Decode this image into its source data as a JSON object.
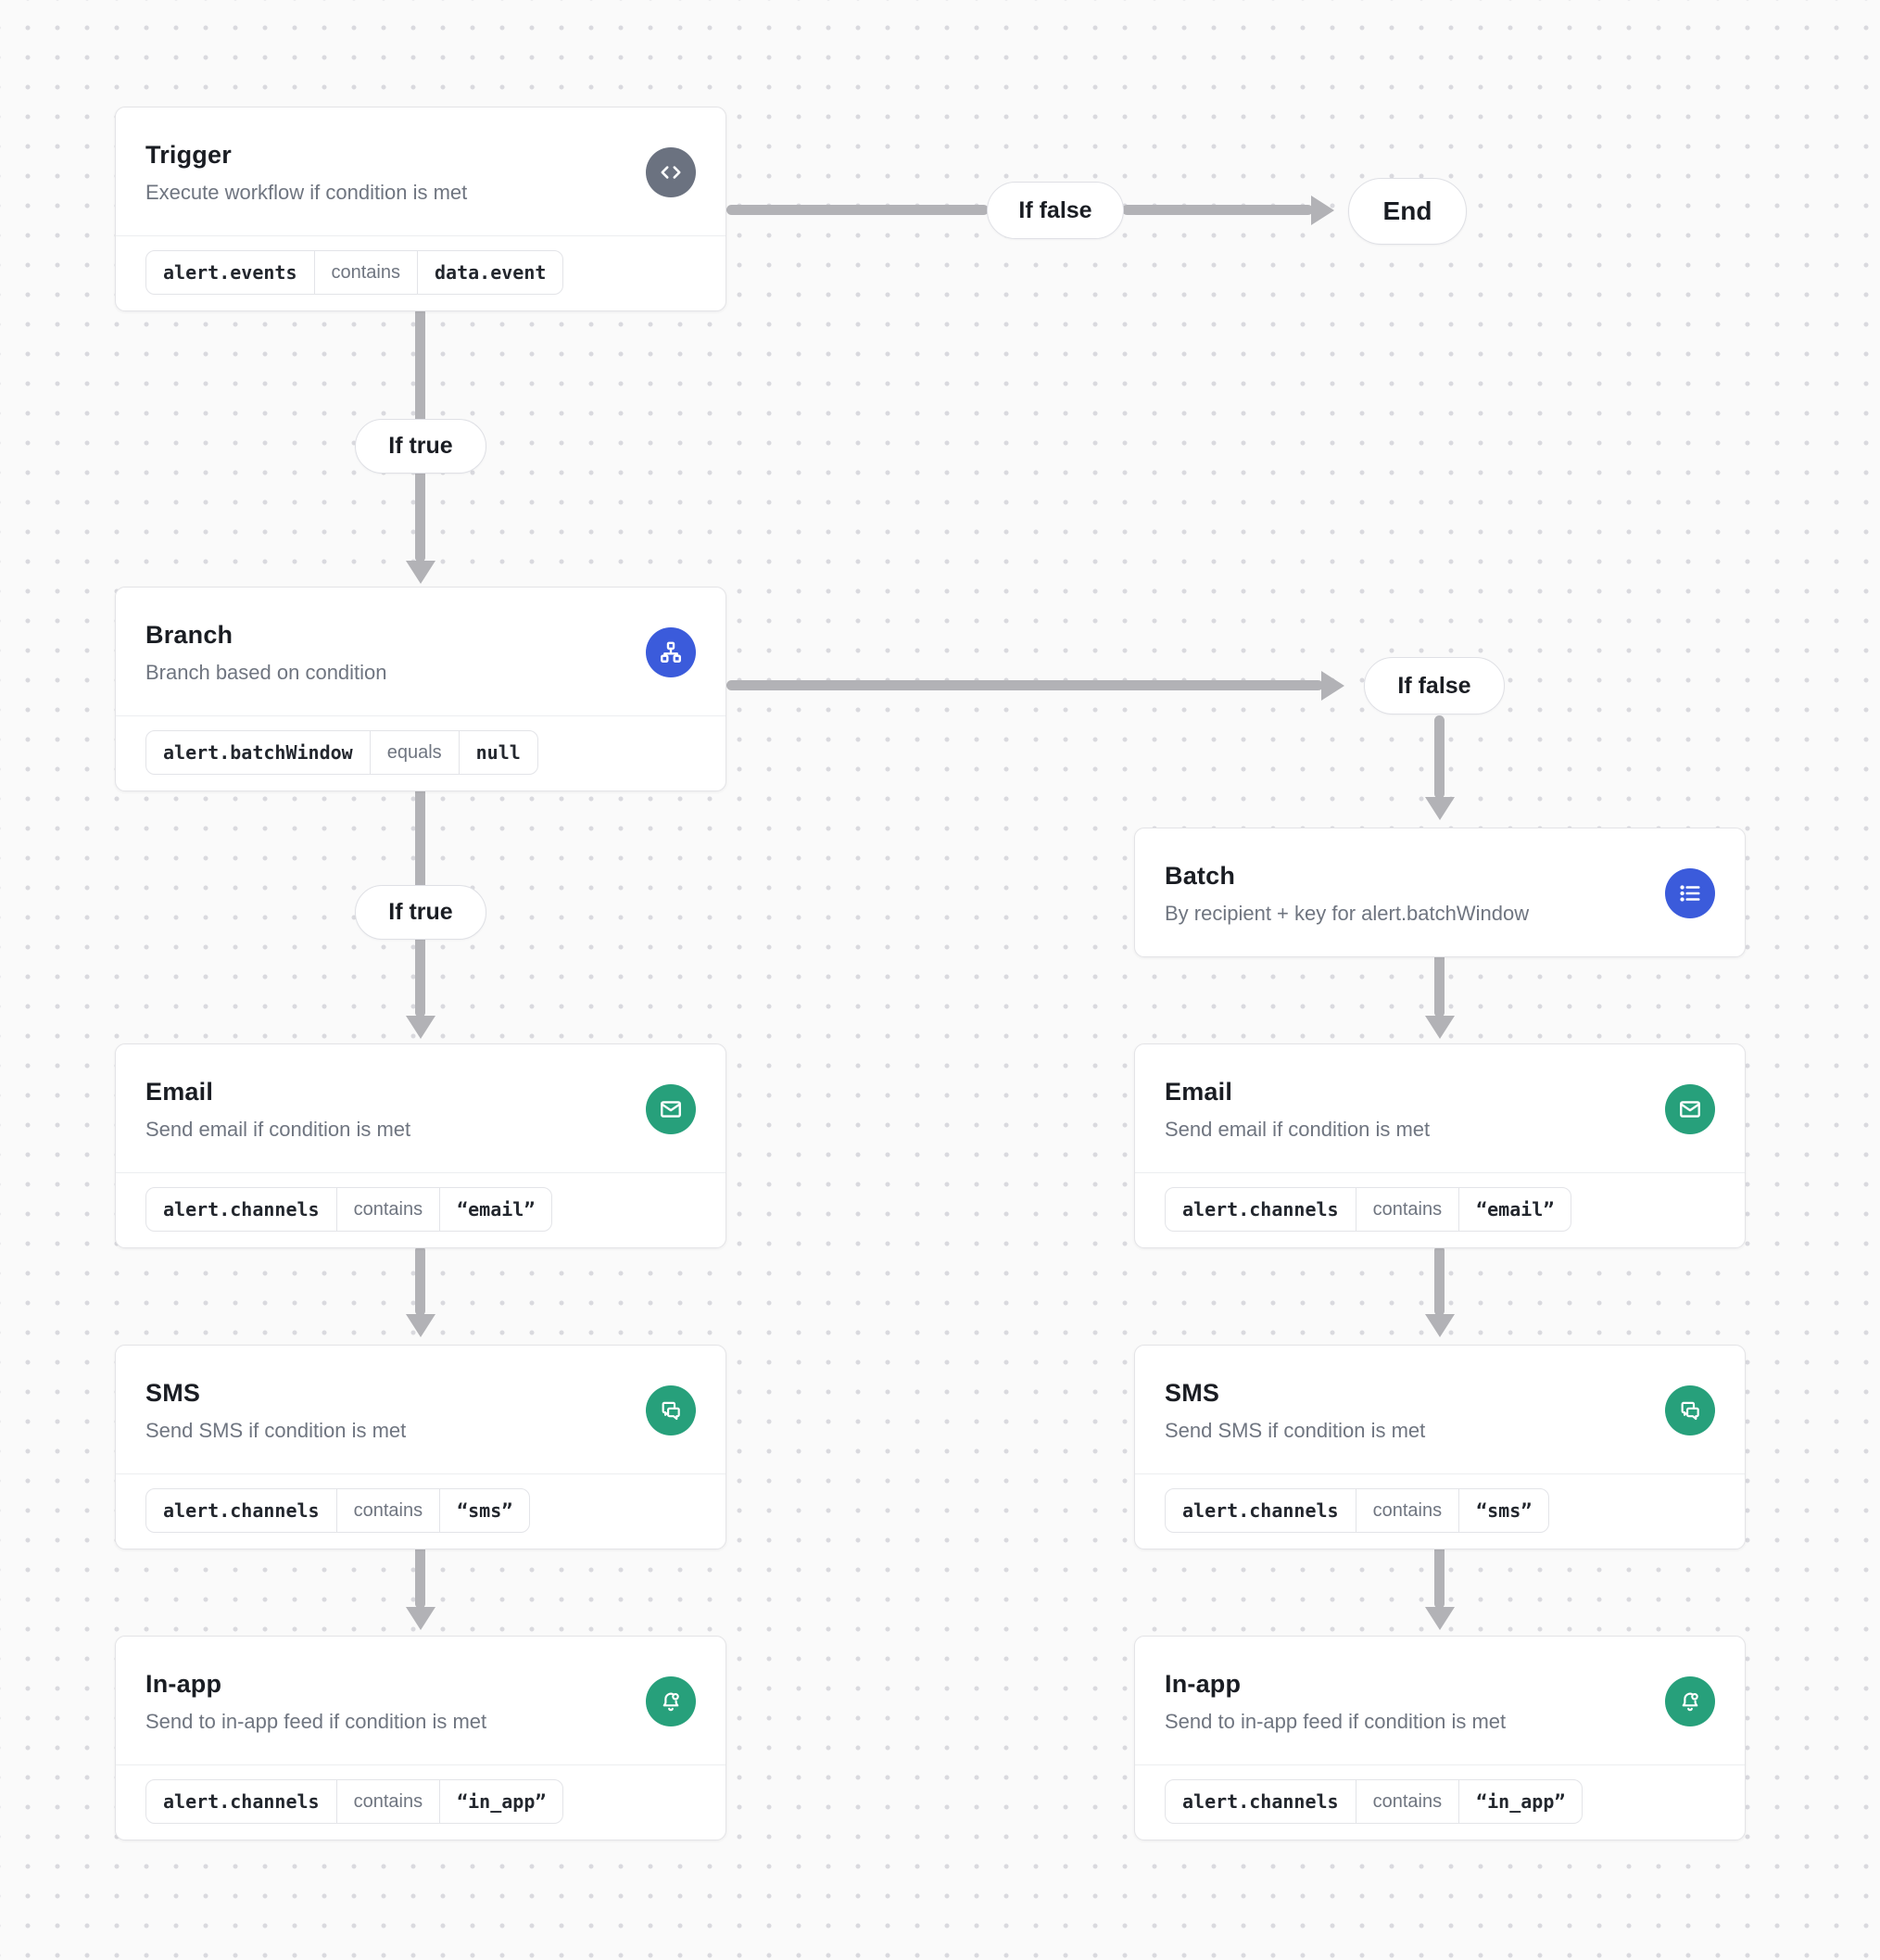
{
  "labels": {
    "if_true": "If true",
    "if_false": "If false",
    "end": "End"
  },
  "colors": {
    "trigger_icon_bg": "#6b7280",
    "logic_icon_bg": "#3b5bdb",
    "channel_icon_bg": "#27a07b",
    "edge": "#b2b2b6",
    "card_border": "#e4e4e7"
  },
  "nodes": {
    "trigger": {
      "title": "Trigger",
      "subtitle": "Execute workflow if condition is met",
      "icon": "code-icon",
      "condition": {
        "field": "alert.events",
        "operator": "contains",
        "value": "data.event"
      }
    },
    "branch": {
      "title": "Branch",
      "subtitle": "Branch based on condition",
      "icon": "sitemap-icon",
      "condition": {
        "field": "alert.batchWindow",
        "operator": "equals",
        "value": "null"
      }
    },
    "batch": {
      "title": "Batch",
      "subtitle": "By recipient + key for alert.batchWindow",
      "icon": "list-icon"
    },
    "email_true": {
      "title": "Email",
      "subtitle": "Send email if condition is met",
      "icon": "envelope-icon",
      "condition": {
        "field": "alert.channels",
        "operator": "contains",
        "value": "“email”"
      }
    },
    "sms_true": {
      "title": "SMS",
      "subtitle": "Send SMS if condition is met",
      "icon": "chat-bubbles-icon",
      "condition": {
        "field": "alert.channels",
        "operator": "contains",
        "value": "“sms”"
      }
    },
    "inapp_true": {
      "title": "In-app",
      "subtitle": "Send to in-app feed if condition is met",
      "icon": "bell-dot-icon",
      "condition": {
        "field": "alert.channels",
        "operator": "contains",
        "value": "“in_app”"
      }
    },
    "email_false": {
      "title": "Email",
      "subtitle": "Send email if condition is met",
      "icon": "envelope-icon",
      "condition": {
        "field": "alert.channels",
        "operator": "contains",
        "value": "“email”"
      }
    },
    "sms_false": {
      "title": "SMS",
      "subtitle": "Send SMS if condition is met",
      "icon": "chat-bubbles-icon",
      "condition": {
        "field": "alert.channels",
        "operator": "contains",
        "value": "“sms”"
      }
    },
    "inapp_false": {
      "title": "In-app",
      "subtitle": "Send to in-app feed if condition is met",
      "icon": "bell-dot-icon",
      "condition": {
        "field": "alert.channels",
        "operator": "contains",
        "value": "“in_app”"
      }
    }
  }
}
